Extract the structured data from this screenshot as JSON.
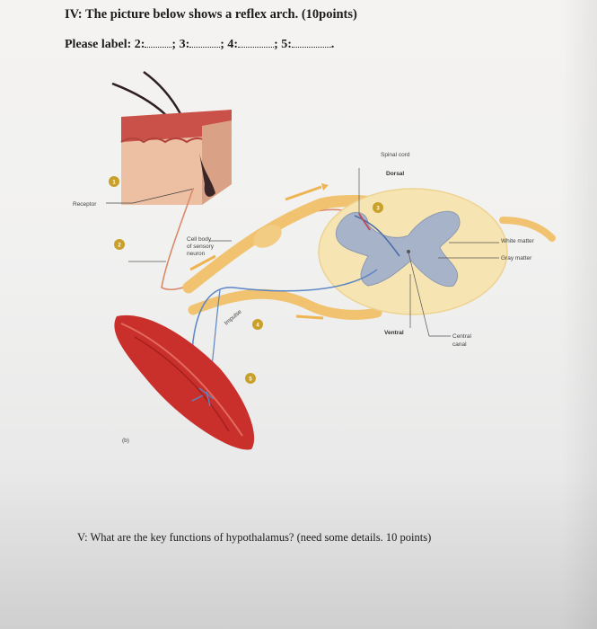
{
  "question4": {
    "title": "IV: The picture below shows a reflex arch. (10points)",
    "label_prompt": "Please label: 2:",
    "label_sep_3": "; 3:",
    "label_sep_4": "; 4:",
    "label_sep_5": "; 5:",
    "label_end": "."
  },
  "diagram": {
    "receptor": "Receptor",
    "spinal_cord": "Spinal cord",
    "dorsal": "Dorsal",
    "ventral": "Ventral",
    "white_matter": "White matter",
    "gray_matter": "Gray matter",
    "central_canal_1": "Central",
    "central_canal_2": "canal",
    "cell_body_1": "Cell body",
    "cell_body_2": "of sensory",
    "cell_body_3": "neuron",
    "impulse": "Impulse",
    "panel": "(b)",
    "markers": [
      "1",
      "2",
      "3",
      "4",
      "5"
    ]
  },
  "question5": {
    "text": "V: What are the key functions of hypothalamus? (need some details. 10 points)"
  },
  "colors": {
    "skin_top": "#c9514a",
    "skin_body": "#edc0a4",
    "spinal_white": "#f6e4b2",
    "gray_matter": "#a7b3c9",
    "nerve": "#f1c270",
    "muscle": "#c9302c",
    "marker": "#c9a12a"
  }
}
